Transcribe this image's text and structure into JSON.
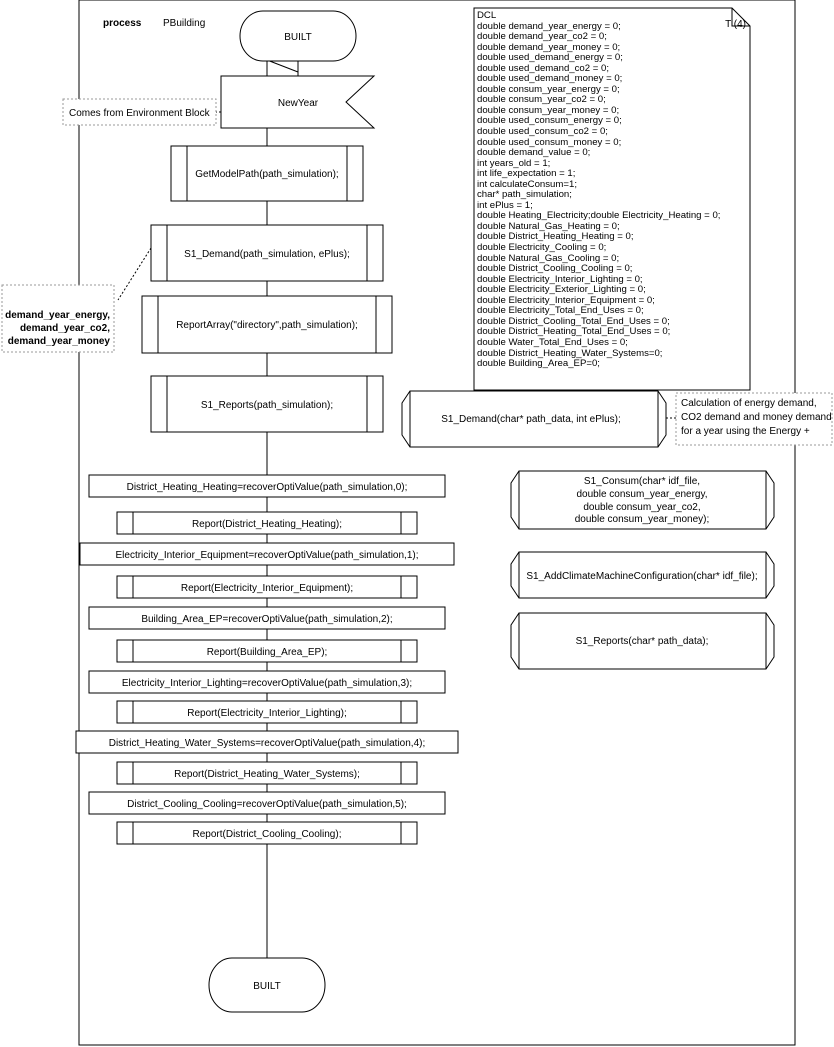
{
  "header": {
    "keyword": "process",
    "name": "PBuilding",
    "page_ref": "T (4)"
  },
  "start_state": "BUILT",
  "end_state": "BUILT",
  "signal_input": "NewYear",
  "comments": {
    "environment": "Comes from Environment Block",
    "demand_vars": [
      "demand_year_energy,",
      "demand_year_co2,",
      "demand_year_money"
    ],
    "energy_calc": [
      "Calculation of energy demand,",
      "CO2 demand and money demand",
      "for a year using the Energy +"
    ]
  },
  "flow": {
    "get_model_path": "GetModelPath(path_simulation);",
    "s1_demand": "S1_Demand(path_simulation, ePlus);",
    "report_array": "ReportArray(\"directory\",path_simulation);",
    "s1_reports": "S1_Reports(path_simulation);",
    "t1": "District_Heating_Heating=recoverOptiValue(path_simulation,0);",
    "r1": "Report(District_Heating_Heating);",
    "t2": "Electricity_Interior_Equipment=recoverOptiValue(path_simulation,1);",
    "r2": "Report(Electricity_Interior_Equipment);",
    "t3": "Building_Area_EP=recoverOptiValue(path_simulation,2);",
    "r3": "Report(Building_Area_EP);",
    "t4": "Electricity_Interior_Lighting=recoverOptiValue(path_simulation,3);",
    "r4": "Report(Electricity_Interior_Lighting);",
    "t5": "District_Heating_Water_Systems=recoverOptiValue(path_simulation,4);",
    "r5": "Report(District_Heating_Water_Systems);",
    "t6": "District_Cooling_Cooling=recoverOptiValue(path_simulation,5);",
    "r6": "Report(District_Cooling_Cooling);"
  },
  "procedures": {
    "s1_demand": "S1_Demand(char* path_data, int ePlus);",
    "s1_consum": [
      "S1_Consum(char* idf_file,",
      "double consum_year_energy,",
      "double consum_year_co2,",
      "double consum_year_money);"
    ],
    "s1_climate": "S1_AddClimateMachineConfiguration(char* idf_file);",
    "s1_reports": "S1_Reports(char* path_data);"
  },
  "dcl": [
    "DCL",
    "double demand_year_energy = 0;",
    "double demand_year_co2 = 0;",
    "double demand_year_money = 0;",
    "double used_demand_energy = 0;",
    "double used_demand_co2 = 0;",
    "double used_demand_money = 0;",
    "double consum_year_energy = 0;",
    "double consum_year_co2 = 0;",
    "double consum_year_money = 0;",
    "double used_consum_energy = 0;",
    "double used_consum_co2 = 0;",
    "double used_consum_money = 0;",
    "double demand_value = 0;",
    "int years_old = 1;",
    "int life_expectation = 1;",
    "int calculateConsum=1;",
    "char* path_simulation;",
    "int ePlus = 1;",
    "double Heating_Electricity;double Electricity_Heating = 0;",
    "double Natural_Gas_Heating = 0;",
    "double District_Heating_Heating = 0;",
    "double Electricity_Cooling = 0;",
    "double Natural_Gas_Cooling = 0;",
    "double District_Cooling_Cooling = 0;",
    "double Electricity_Interior_Lighting = 0;",
    "double Electricity_Exterior_Lighting = 0;",
    "double Electricity_Interior_Equipment = 0;",
    "double Electricity_Total_End_Uses = 0;",
    "double District_Cooling_Total_End_Uses = 0;",
    "double District_Heating_Total_End_Uses = 0;",
    "double Water_Total_End_Uses = 0;",
    "double District_Heating_Water_Systems=0;",
    "double Building_Area_EP=0;"
  ]
}
